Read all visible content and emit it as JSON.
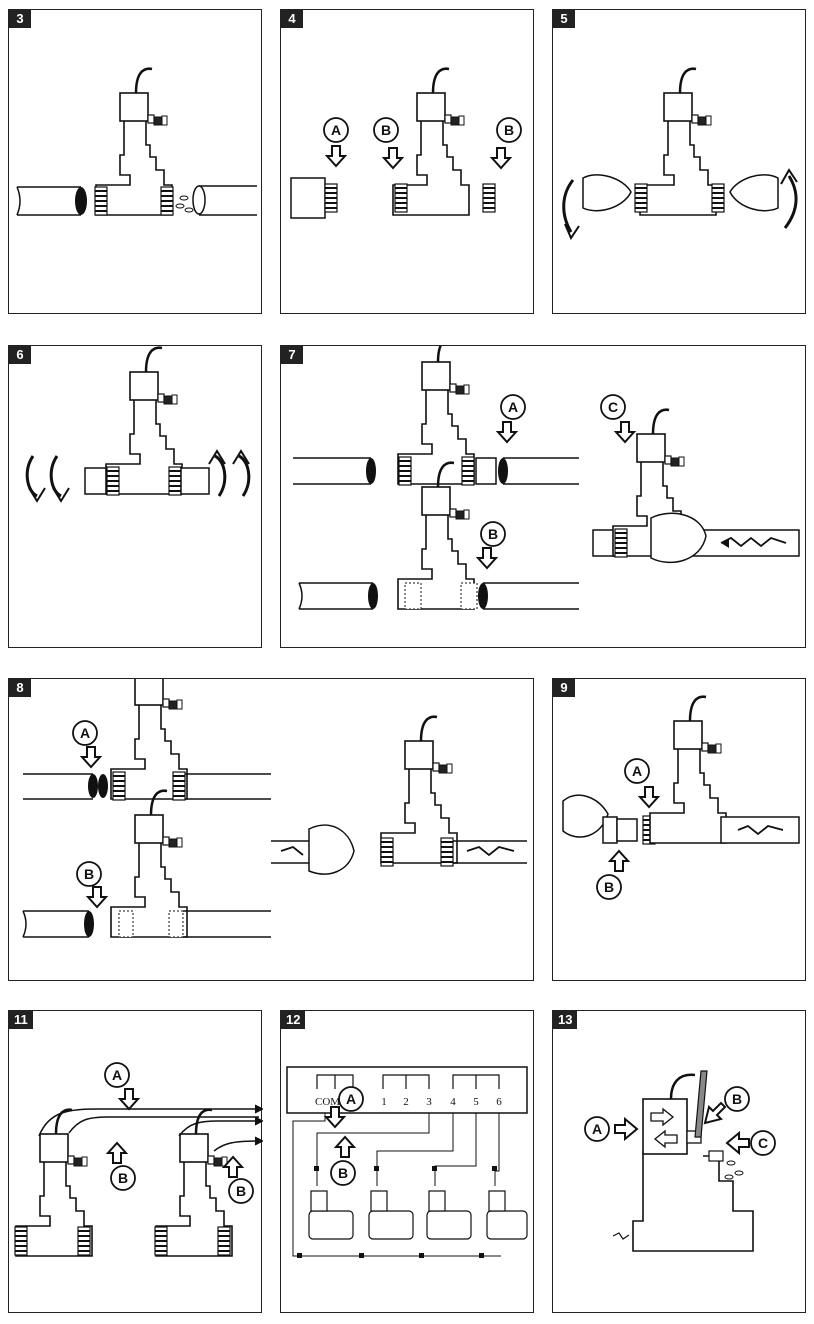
{
  "panels": [
    {
      "number": "3"
    },
    {
      "number": "4",
      "callouts": [
        "A",
        "B",
        "B"
      ]
    },
    {
      "number": "5"
    },
    {
      "number": "6"
    },
    {
      "number": "7",
      "callouts": [
        "A",
        "B",
        "C"
      ]
    },
    {
      "number": "8",
      "callouts": [
        "A",
        "B"
      ]
    },
    {
      "number": "9",
      "callouts": [
        "A",
        "B"
      ]
    },
    {
      "number": "11",
      "callouts": [
        "A",
        "B",
        "B"
      ]
    },
    {
      "number": "12",
      "callouts": [
        "A",
        "B"
      ],
      "terminals": [
        "COM",
        "1",
        "2",
        "3",
        "4",
        "5",
        "6"
      ]
    },
    {
      "number": "13",
      "callouts": [
        "A",
        "B",
        "C"
      ]
    }
  ]
}
